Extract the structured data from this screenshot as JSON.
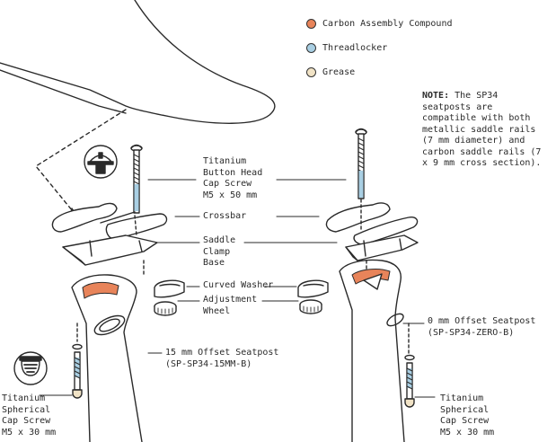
{
  "legend": [
    {
      "label": "Carbon Assembly Compound",
      "color": "#e8845a"
    },
    {
      "label": "Threadlocker",
      "color": "#a9cfe3"
    },
    {
      "label": "Grease",
      "color": "#f1e3c6"
    }
  ],
  "note": {
    "prefix": "NOTE:",
    "text": " The SP34 seatposts are compatible with both metallic saddle rails (7 mm diameter) and carbon saddle rails (7 x 9 mm cross section)."
  },
  "labels": {
    "top_screw": "Titanium\nButton Head\nCap Screw\nM5 x 50 mm",
    "crossbar": "Crossbar",
    "clamp_base": "Saddle\nClamp\nBase",
    "curved_washer": "Curved Washer",
    "adjustment_wheel": "Adjustment\nWheel",
    "seatpost_15": "15 mm Offset Seatpost\n(SP-SP34-15MM-B)",
    "seatpost_0": "0 mm Offset Seatpost\n(SP-SP34-ZERO-B)",
    "left_screw": "Titanium\nSpherical\nCap Screw\nM5 x 30 mm",
    "right_screw": "Titanium\nSpherical\nCap Screw\nM5 x 30 mm"
  },
  "colors": {
    "line": "#2a2a2a",
    "carbon": "#e8845a",
    "thread": "#a9cfe3",
    "grease": "#f1e3c6"
  }
}
